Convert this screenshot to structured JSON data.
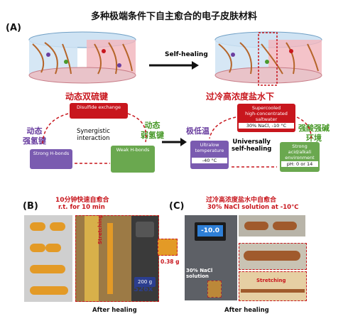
{
  "title": "多种极端条件下自主愈合的电子皮肤材料",
  "panel_a": {
    "label": "(A)",
    "self_healing": "Self-healing",
    "dynamic_disulfide": "动态双硫键",
    "disulfide_box": "Disulfide exchange",
    "dynamic_strong_h": [
      "动态",
      "强氢键"
    ],
    "strong_h_box": "Strong H-bonds",
    "synergistic": [
      "Synergistic",
      "interaction"
    ],
    "dynamic_weak_h": [
      "动态",
      "弱氢键"
    ],
    "weak_h_box": "Weak H-bonds",
    "supercooled_title": "过冷高浓度盐水下",
    "supercooled_box": [
      "Supercooled",
      "high-concentrated",
      "saltwater"
    ],
    "supercooled_cond": "30% NaCl, -10 °C",
    "extreme_low": "极低温",
    "ultralow_box": [
      "Ultralow",
      "temperature"
    ],
    "ultralow_cond": "-40 °C",
    "universal": [
      "Universally",
      "self-healing"
    ],
    "acid_alkali_cn": [
      "强酸强碱",
      "环境"
    ],
    "acid_box": [
      "Strong",
      "acid/alkali",
      "environment"
    ],
    "acid_cond": "pH: 0 or 14"
  },
  "panel_b": {
    "label": "(B)",
    "title_cn": "10分钟快速自愈合",
    "title_en": "r.t. for 10 min",
    "stretching": "Stretching",
    "weight": "0.38 g",
    "load": "200 g",
    "ratio": "526x",
    "after": "After healing"
  },
  "panel_c": {
    "label": "(C)",
    "title_cn": "过冷高浓度盐水中自愈合",
    "title_en": "30% NaCl solution at -10℃",
    "display": "-10.0",
    "solution": [
      "30% NaCl",
      "solution"
    ],
    "stretching": "Stretching",
    "after": "After healing"
  }
}
